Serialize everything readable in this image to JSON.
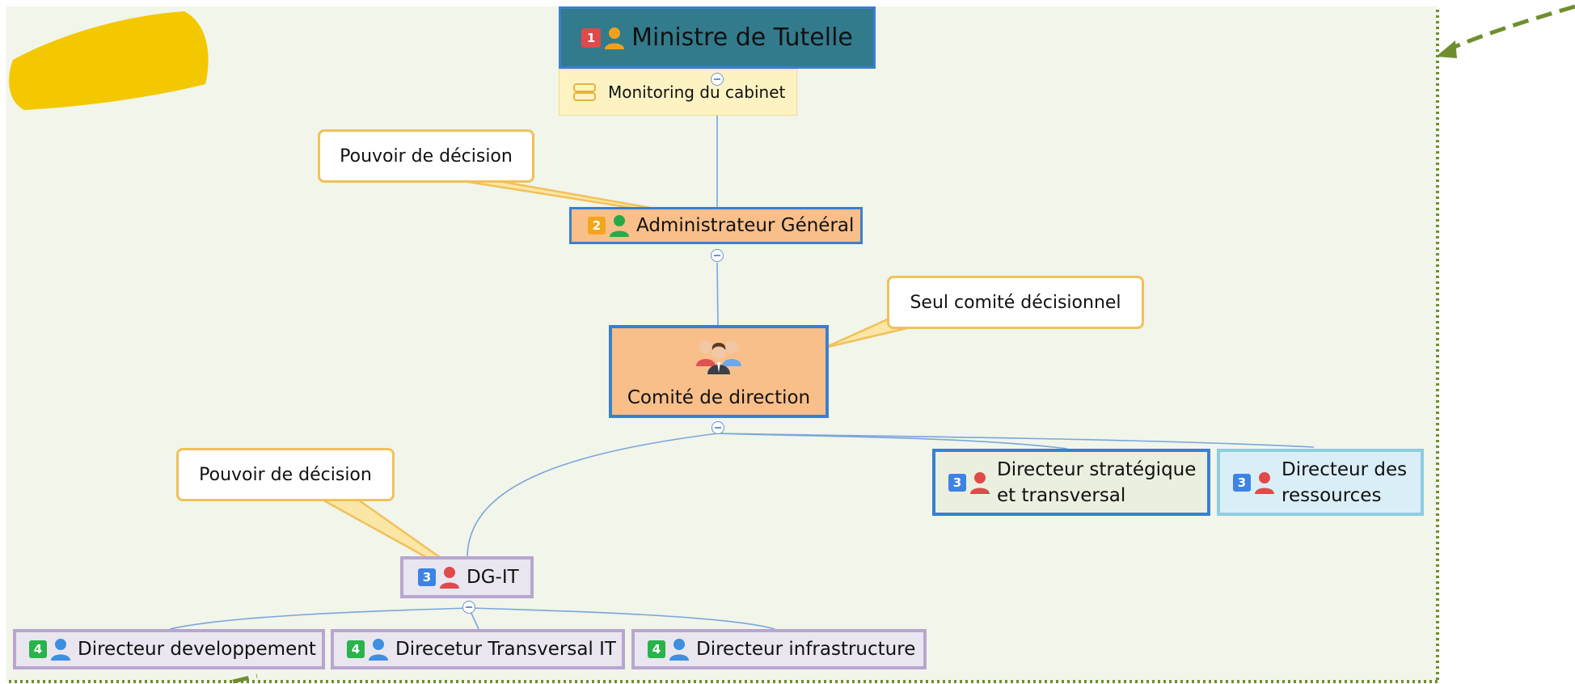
{
  "colors": {
    "background": "#f1f5ea",
    "link": "#7aa6dc",
    "callout_border": "#f0c15a",
    "boundary": "#6f8f2e",
    "highlight": "#f3c800",
    "badge_1": "#e04a4a",
    "badge_2": "#f3a51c",
    "badge_3": "#3d83e6",
    "badge_4": "#29b34a"
  },
  "nodes": {
    "root": {
      "label": "Ministre de Tutelle",
      "priority": "1",
      "icon": "person-orange-icon"
    },
    "monitoring": {
      "label": "Monitoring du cabinet",
      "icon": "summary-icon"
    },
    "admin": {
      "label": "Administrateur Général",
      "priority": "2",
      "icon": "person-green-icon"
    },
    "comite": {
      "label": "Comité de direction",
      "icon": "group-people-icon"
    },
    "dir_strategique": {
      "line1": "Directeur stratégique",
      "line2": "et transversal",
      "priority": "3",
      "icon": "person-red-icon"
    },
    "dir_ressources": {
      "line1": "Directeur des",
      "line2": "ressources",
      "priority": "3",
      "icon": "person-red-icon"
    },
    "dgit": {
      "label": "DG-IT",
      "priority": "3",
      "icon": "person-red-icon"
    },
    "dir_dev": {
      "label": "Directeur developpement",
      "priority": "4",
      "icon": "person-blue-icon"
    },
    "dir_transversal": {
      "label": "Direcetur Transversal IT",
      "priority": "4",
      "icon": "person-blue-icon"
    },
    "dir_infra": {
      "label": "Directeur infrastructure",
      "priority": "4",
      "icon": "person-blue-icon"
    }
  },
  "callouts": {
    "pouvoir_admin": "Pouvoir de décision",
    "seul_comite": "Seul comité décisionnel",
    "pouvoir_dgit": "Pouvoir de décision"
  }
}
